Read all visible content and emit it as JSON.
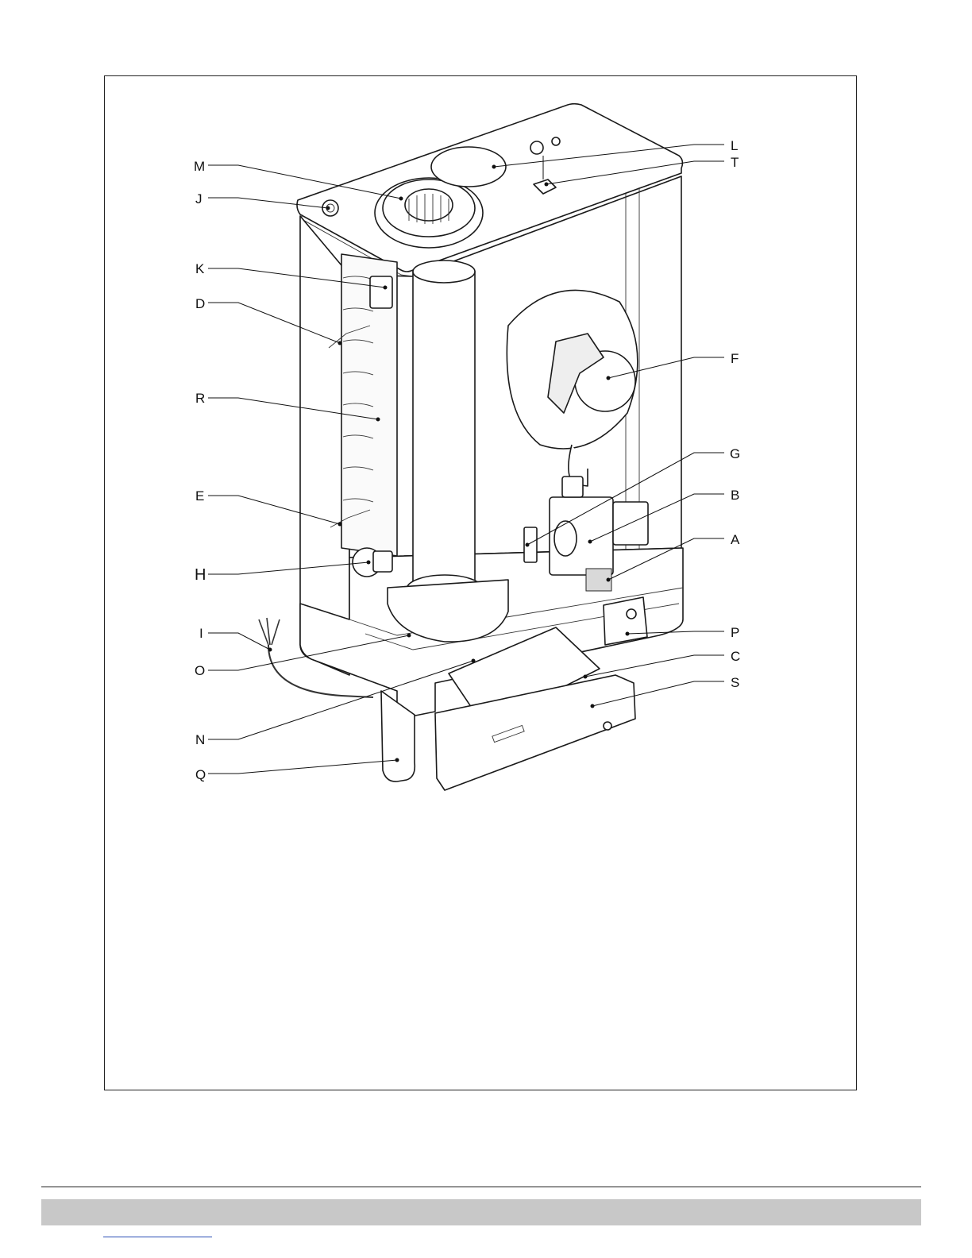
{
  "diagram": {
    "callouts": [
      {
        "id": "M",
        "text": "M"
      },
      {
        "id": "J",
        "text": "J"
      },
      {
        "id": "K",
        "text": "K"
      },
      {
        "id": "D",
        "text": "D"
      },
      {
        "id": "R",
        "text": "R"
      },
      {
        "id": "E",
        "text": "E"
      },
      {
        "id": "H",
        "text": "H"
      },
      {
        "id": "I",
        "text": "I"
      },
      {
        "id": "O",
        "text": "O"
      },
      {
        "id": "N",
        "text": "N"
      },
      {
        "id": "Q",
        "text": "Q"
      },
      {
        "id": "L",
        "text": "L"
      },
      {
        "id": "T",
        "text": "T"
      },
      {
        "id": "F",
        "text": "F"
      },
      {
        "id": "G",
        "text": "G"
      },
      {
        "id": "B",
        "text": "B"
      },
      {
        "id": "A",
        "text": "A"
      },
      {
        "id": "P",
        "text": "P"
      },
      {
        "id": "C",
        "text": "C"
      },
      {
        "id": "S",
        "text": "S"
      }
    ]
  },
  "colors": {
    "line": "#1a1a1a",
    "footer_band": "#c8c8c8",
    "link_underline": "#2a4fb5"
  }
}
